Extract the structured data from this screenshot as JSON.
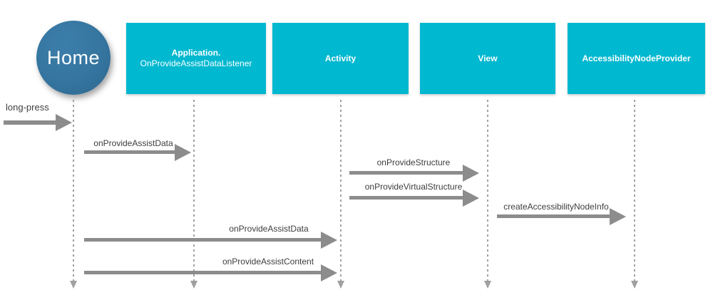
{
  "diagram": {
    "type": "sequence-diagram",
    "actor": {
      "label": "Home"
    },
    "participants": [
      {
        "title": "Application.",
        "subtitle": "OnProvideAssistDataListener"
      },
      {
        "title": "Activity"
      },
      {
        "title": "View"
      },
      {
        "title": "AccessibilityNodeProvider"
      }
    ],
    "messages": [
      {
        "label": "long-press",
        "from": "user",
        "to": "Home"
      },
      {
        "label": "onProvideAssistData",
        "from": "Home",
        "to": "Application.OnProvideAssistDataListener"
      },
      {
        "label": "onProvideStructure",
        "from": "Activity",
        "to": "View"
      },
      {
        "label": "onProvideVirtualStructure",
        "from": "Activity",
        "to": "View"
      },
      {
        "label": "createAccessibilityNodeInfo",
        "from": "View",
        "to": "AccessibilityNodeProvider"
      },
      {
        "label": "onProvideAssistData",
        "from": "Home",
        "to": "Activity"
      },
      {
        "label": "onProvideAssistContent",
        "from": "Home",
        "to": "Activity"
      }
    ],
    "colors": {
      "participant_box": "#00b8d0",
      "actor_circle": "#35759f",
      "arrow": "#8c8c8c",
      "lifeline": "#a0a0a0",
      "label_text": "#3d3d3d",
      "box_text": "#ffffff",
      "background": "#ffffff"
    }
  }
}
